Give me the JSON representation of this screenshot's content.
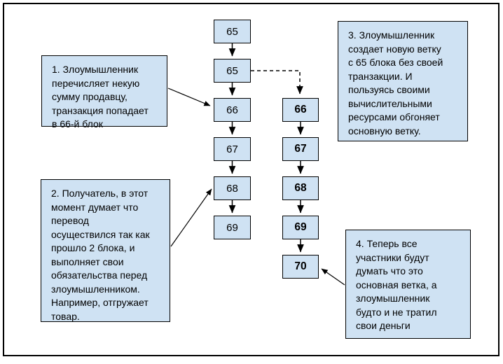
{
  "diagram": {
    "subject": "blockchain double-spend attack scheme",
    "blocks": {
      "main": [
        "65",
        "65",
        "66",
        "67",
        "68",
        "69"
      ],
      "fork": [
        "66",
        "67",
        "68",
        "69",
        "70"
      ]
    },
    "annotations": [
      {
        "text": "1. Злоумышленник\nперечисляет некую\nсумму продавцу,\nтранзакция попадает\nв 66-й блок"
      },
      {
        "text": "2. Получатель, в этот\nмомент думает что\nперевод\nосуществился так как\nпрошло 2 блока, и\nвыполняет свои\nобязательства перед\nзлоумышленником.\nНапример, отгружает\nтовар."
      },
      {
        "text": "3. Злоумышленник\nсоздает новую ветку\nс 65 блока без своей\nтранзакции. И\nпользуясь своими\nвычислительными\nресурсами обгоняет\nосновную ветку."
      },
      {
        "text": "4. Теперь все\nучастники будут\nдумать что это\nосновная ветка, а\nзлоумышленник\nбудто и не тратил\nсвои деньги"
      }
    ],
    "colors": {
      "box_fill": "#cfe2f3",
      "box_border": "#000000",
      "line": "#000000",
      "background": "#ffffff"
    }
  }
}
